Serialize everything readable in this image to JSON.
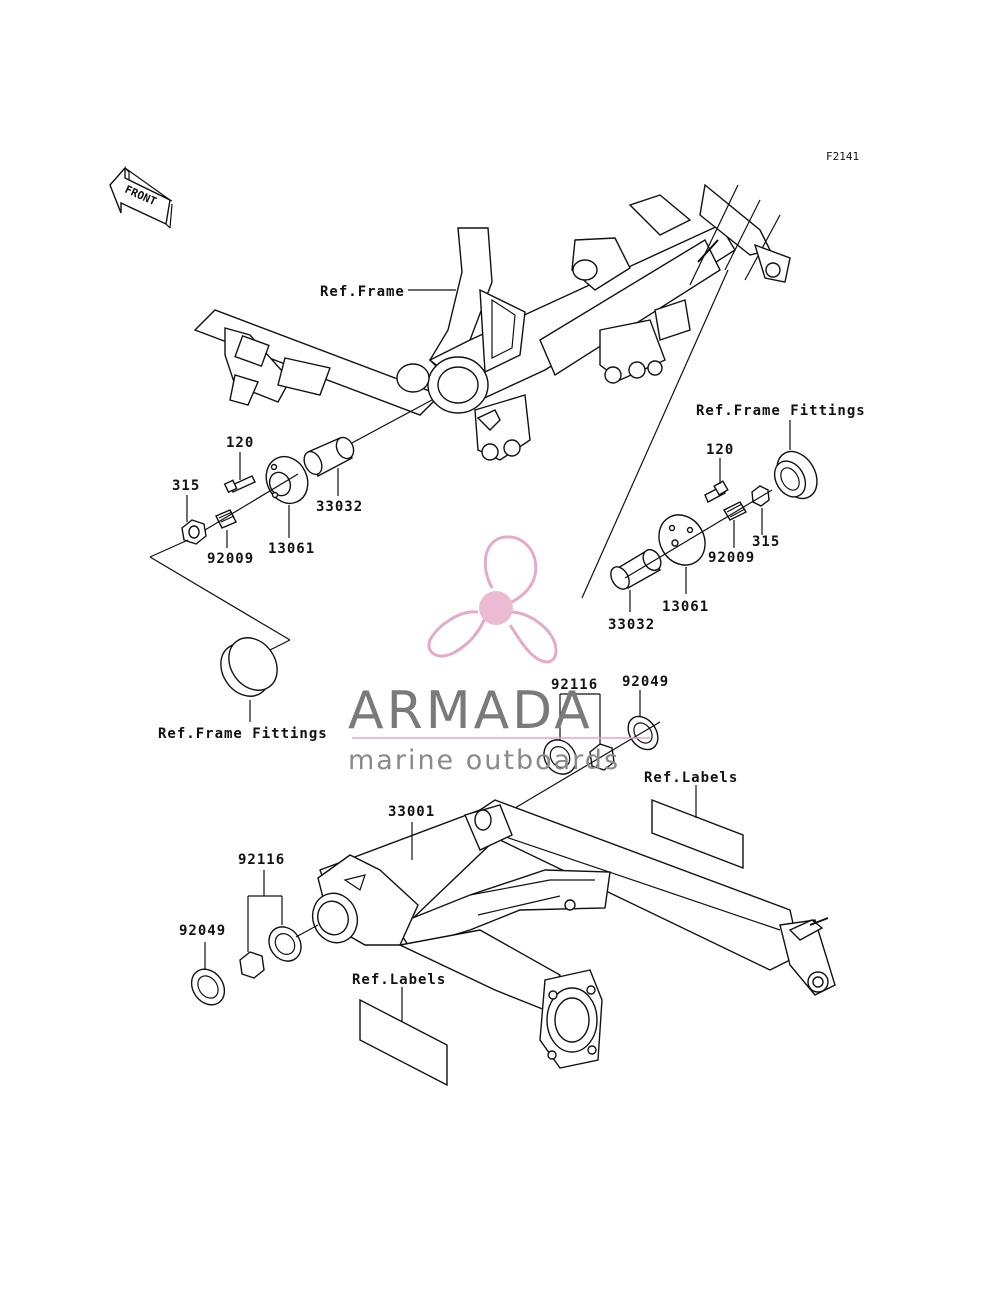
{
  "figure_code": "F2141",
  "front_arrow_text": "FRONT",
  "references": {
    "frame": "Ref.Frame",
    "frame_fittings_right": "Ref.Frame Fittings",
    "frame_fittings_left": "Ref.Frame Fittings",
    "labels_right": "Ref.Labels",
    "labels_bottom": "Ref.Labels"
  },
  "parts_left": {
    "p120": "120",
    "p315": "315",
    "p92009": "92009",
    "p13061": "13061",
    "p33032": "33032"
  },
  "parts_right": {
    "p120": "120",
    "p315": "315",
    "p92009": "92009",
    "p13061": "13061",
    "p33032": "33032"
  },
  "parts_swingarm": {
    "p92116_top": "92116",
    "p92049_top": "92049",
    "p33001": "33001",
    "p92116_left": "92116",
    "p92049_left": "92049"
  },
  "watermark": {
    "brand": "ARMADA",
    "tagline": "marine outboards",
    "logo_color": "#e3a6c6",
    "logo_center_color": "#eab8d2"
  }
}
